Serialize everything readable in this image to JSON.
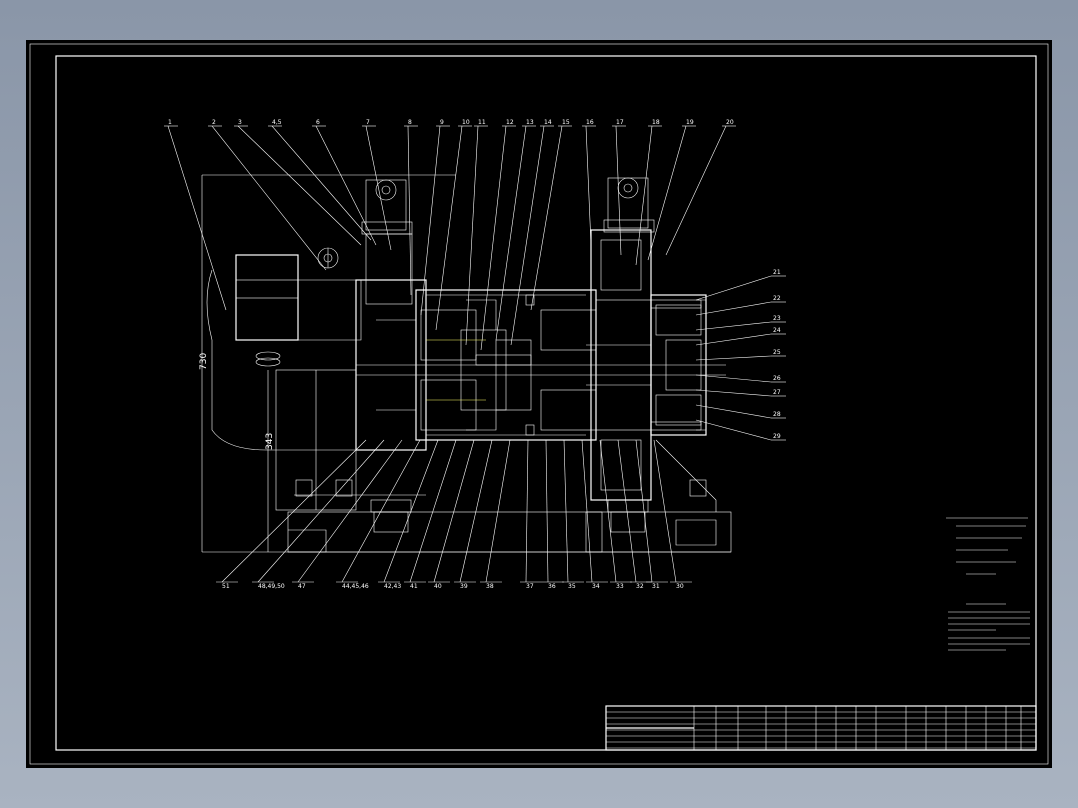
{
  "part_labels_top": [
    "1",
    "2",
    "3",
    "4,5",
    "6",
    "7",
    "8",
    "9",
    "10",
    "11",
    "12",
    "13",
    "14",
    "15",
    "16",
    "17",
    "18",
    "19",
    "20"
  ],
  "part_labels_right": [
    "21",
    "22",
    "23",
    "24",
    "25",
    "26",
    "27",
    "28",
    "29"
  ],
  "part_labels_bottom": [
    "51",
    "48,49,50",
    "47",
    "44,45,46",
    "42,43",
    "41",
    "40",
    "39",
    "38",
    "37",
    "36",
    "35",
    "34",
    "33",
    "32",
    "31",
    "30"
  ],
  "dimensions": {
    "overall_height": "730",
    "center_height": "343"
  },
  "colors": {
    "background": "#8a96a8",
    "sheet": "#000000",
    "lines": "#ffffff",
    "accent": "#ffff66"
  }
}
